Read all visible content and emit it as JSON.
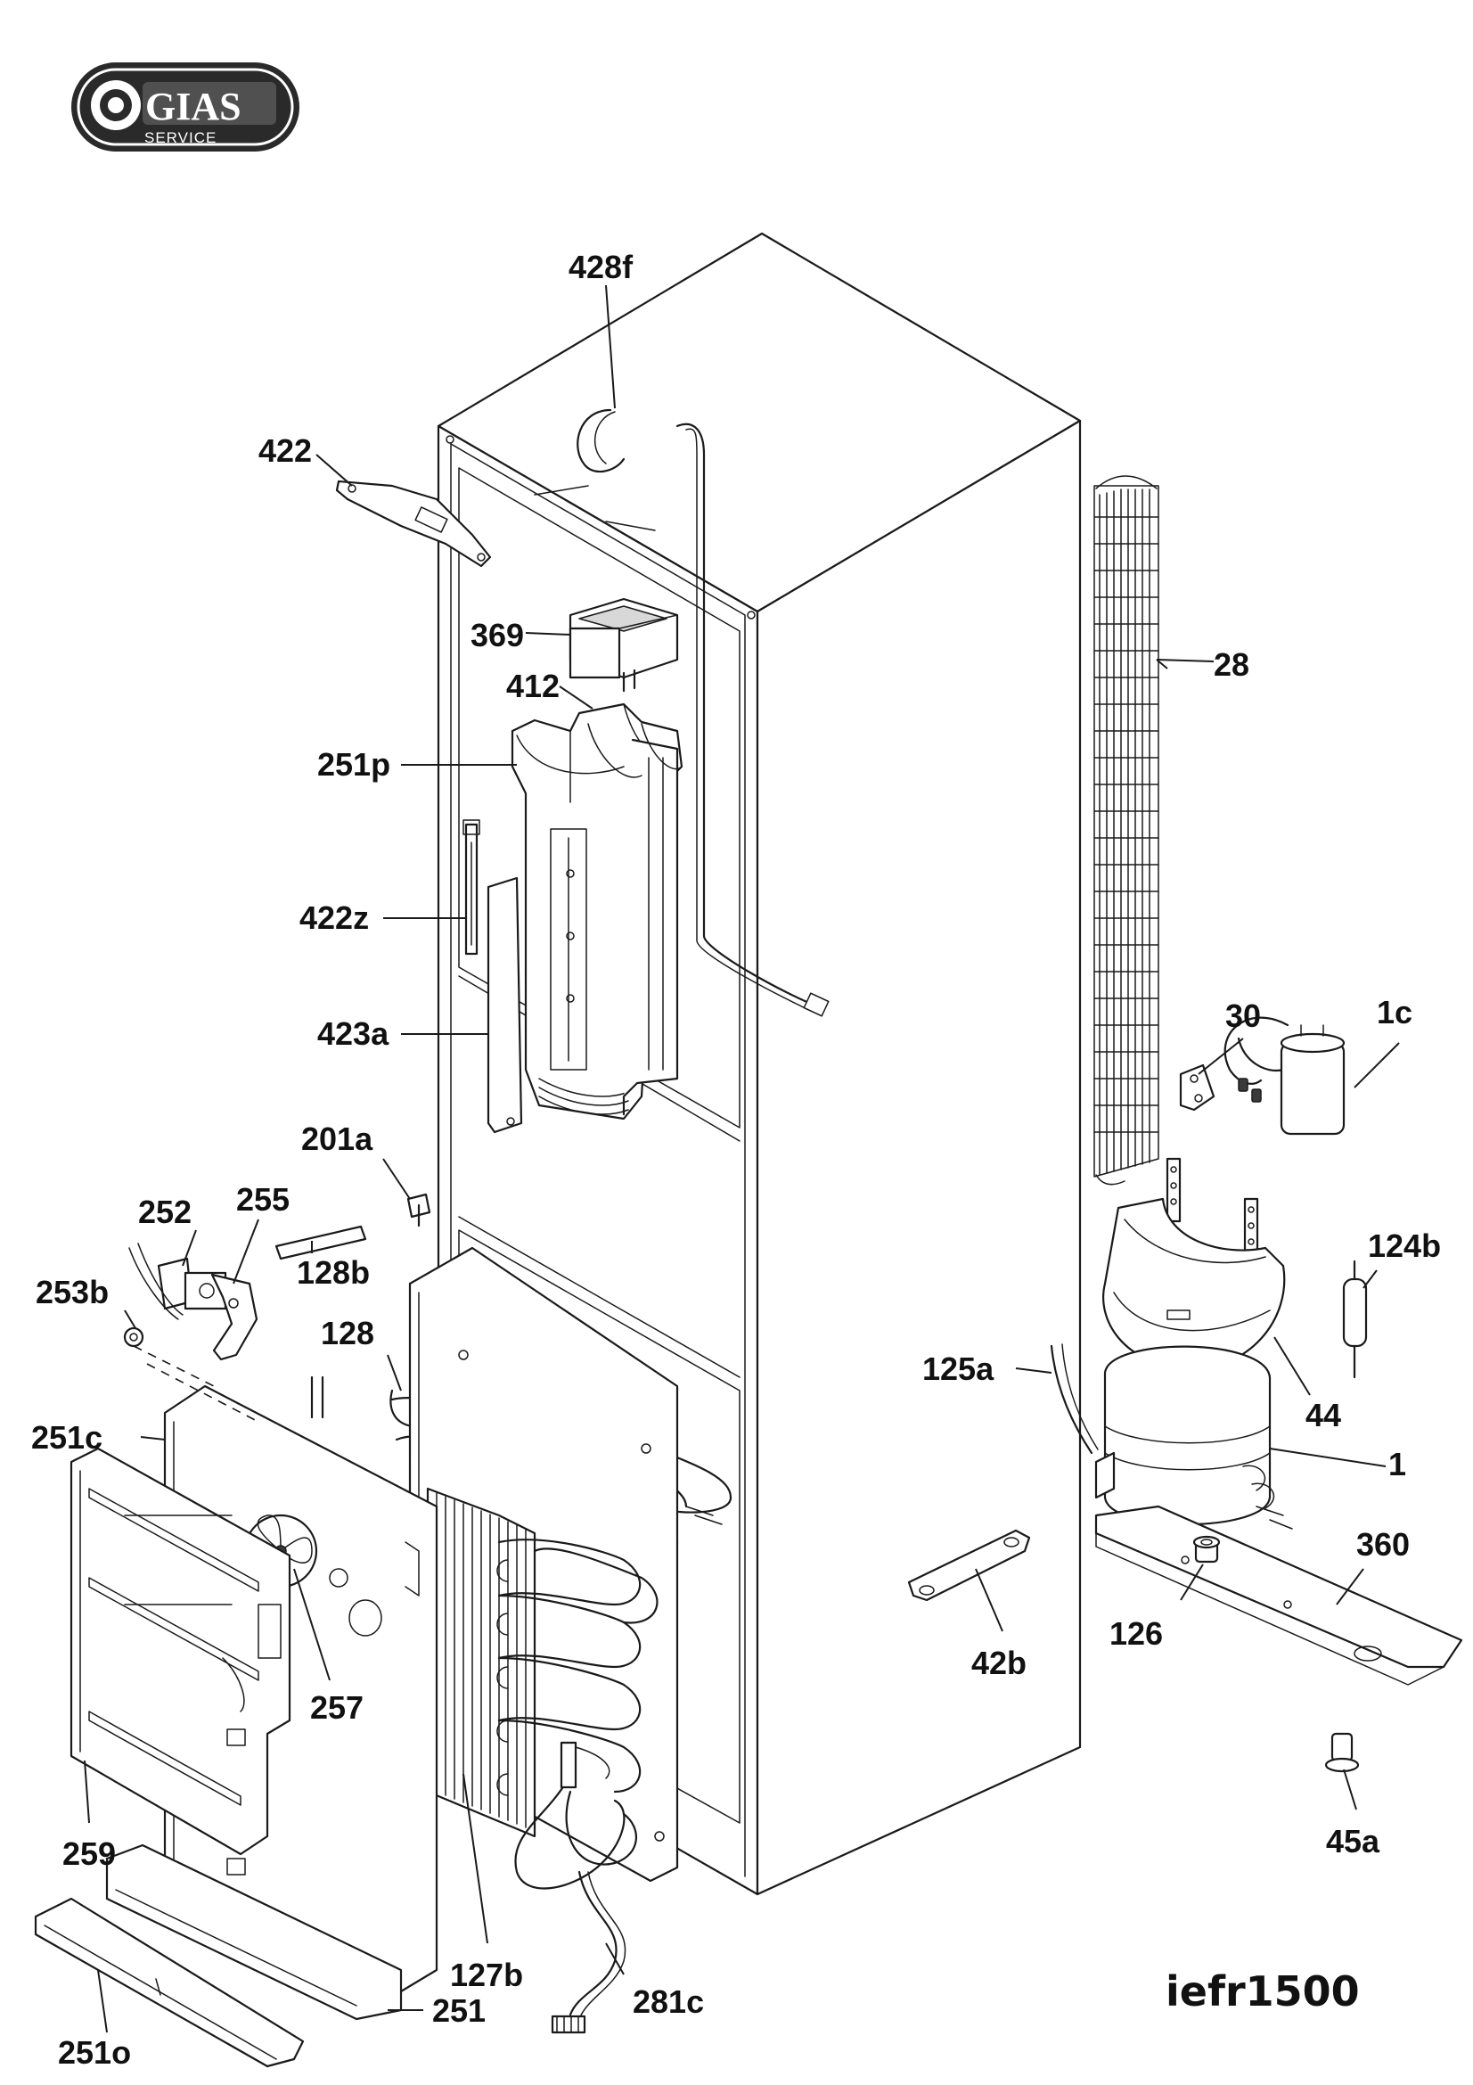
{
  "logo": {
    "brand": "GIAS",
    "sub": "SERVICE"
  },
  "model_code": "iefr1500",
  "callouts": {
    "c428f": "428f",
    "c422": "422",
    "c369": "369",
    "c412": "412",
    "c28": "28",
    "c251p": "251p",
    "c422z": "422z",
    "c423a": "423a",
    "c30": "30",
    "c1c": "1c",
    "c201a": "201a",
    "c252": "252",
    "c255": "255",
    "c124b": "124b",
    "c128b": "128b",
    "c253b": "253b",
    "c128": "128",
    "c125a": "125a",
    "c44": "44",
    "c251c": "251c",
    "c1": "1",
    "c360": "360",
    "c126": "126",
    "c42b": "42b",
    "c257": "257",
    "c45a": "45a",
    "c259": "259",
    "c127b": "127b",
    "c281c": "281c",
    "c251": "251",
    "c251o": "251o"
  },
  "colors": {
    "ink": "#1a1a1a",
    "logo_bg": "#2a2a2a",
    "background": "#ffffff"
  }
}
